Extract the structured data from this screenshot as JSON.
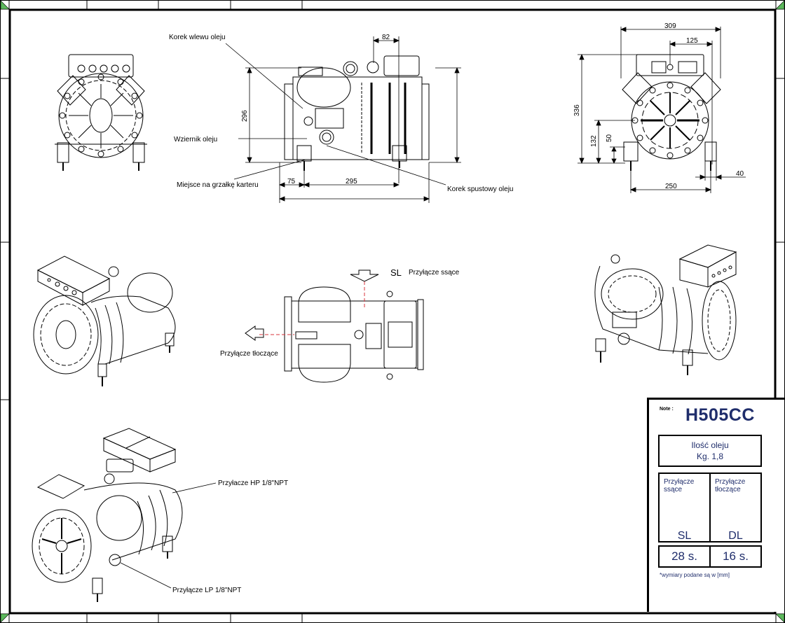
{
  "drawing": {
    "model": "H505CC",
    "note_label": "Note :",
    "accent_color": "#1f2d6b",
    "corner_mark_color": "#5cb85c",
    "oil": {
      "label": "Ilość oleju",
      "value": "Kg.  1,8"
    },
    "connections": [
      {
        "label": "Przyłącze ssące",
        "code": "SL",
        "size": "28 s."
      },
      {
        "label": "Przyłącze tłoczące",
        "code": "DL",
        "size": "16 s."
      }
    ],
    "footnote": "*wymiary podane są w [mm]"
  },
  "side_view": {
    "labels": {
      "oil_fill_plug": "Korek wlewu oleju",
      "oil_sight_glass": "Wziernik oleju",
      "crankcase_heater": "Miejsce na grzałkę karteru",
      "oil_drain_plug": "Korek spustowy oleju"
    },
    "dimensions": {
      "height": "296",
      "box_offset": "82",
      "foot_offset": "75",
      "foot_spacing": "295"
    }
  },
  "front_view": {
    "dimensions": {
      "width": "309",
      "center_offset": "125",
      "height": "336",
      "axis_height": "132",
      "foot_height": "50",
      "foot_width": "40",
      "foot_spacing": "250"
    }
  },
  "top_view": {
    "suction_code": "SL",
    "suction_label": "Przyłącze ssące",
    "discharge_label": "Przyłącze tłoczące"
  },
  "iso_view": {
    "hp_label": "Przyłacze HP 1/8\"NPT",
    "lp_label": "Przyłącze LP 1/8\"NPT"
  }
}
